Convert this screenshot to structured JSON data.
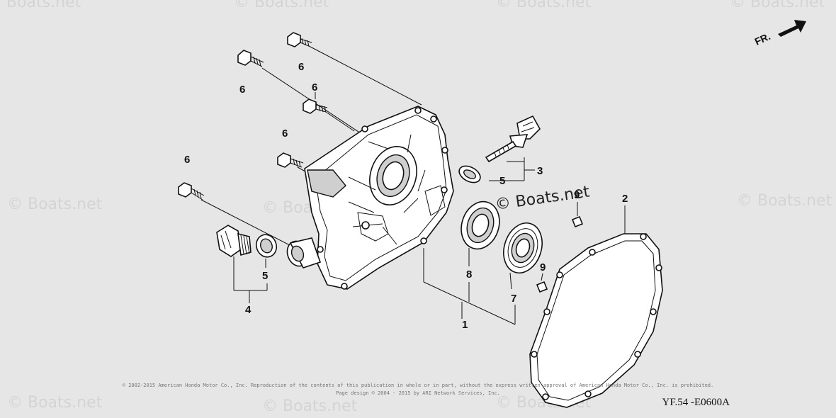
{
  "watermark_text": "© Boats.net",
  "direction_label": "FR.",
  "diagram_code": "YF.54 -E0600A",
  "copyright": {
    "line1": "© 2002-2015 American Honda Motor Co., Inc. Reproduction of the contents of this publication in whole or in part, without the express written approval of American Honda Motor Co., Inc. is prohibited.",
    "line2": "Page design © 2004 - 2015 by ARI Network Services, Inc."
  },
  "callouts": {
    "c1": "1",
    "c2": "2",
    "c3": "3",
    "c4": "4",
    "c5a": "5",
    "c5b": "5",
    "c6a": "6",
    "c6b": "6",
    "c6c": "6",
    "c6d": "6",
    "c6e": "6",
    "c7": "7",
    "c8": "8",
    "c9a": "9",
    "c9b": "9"
  }
}
